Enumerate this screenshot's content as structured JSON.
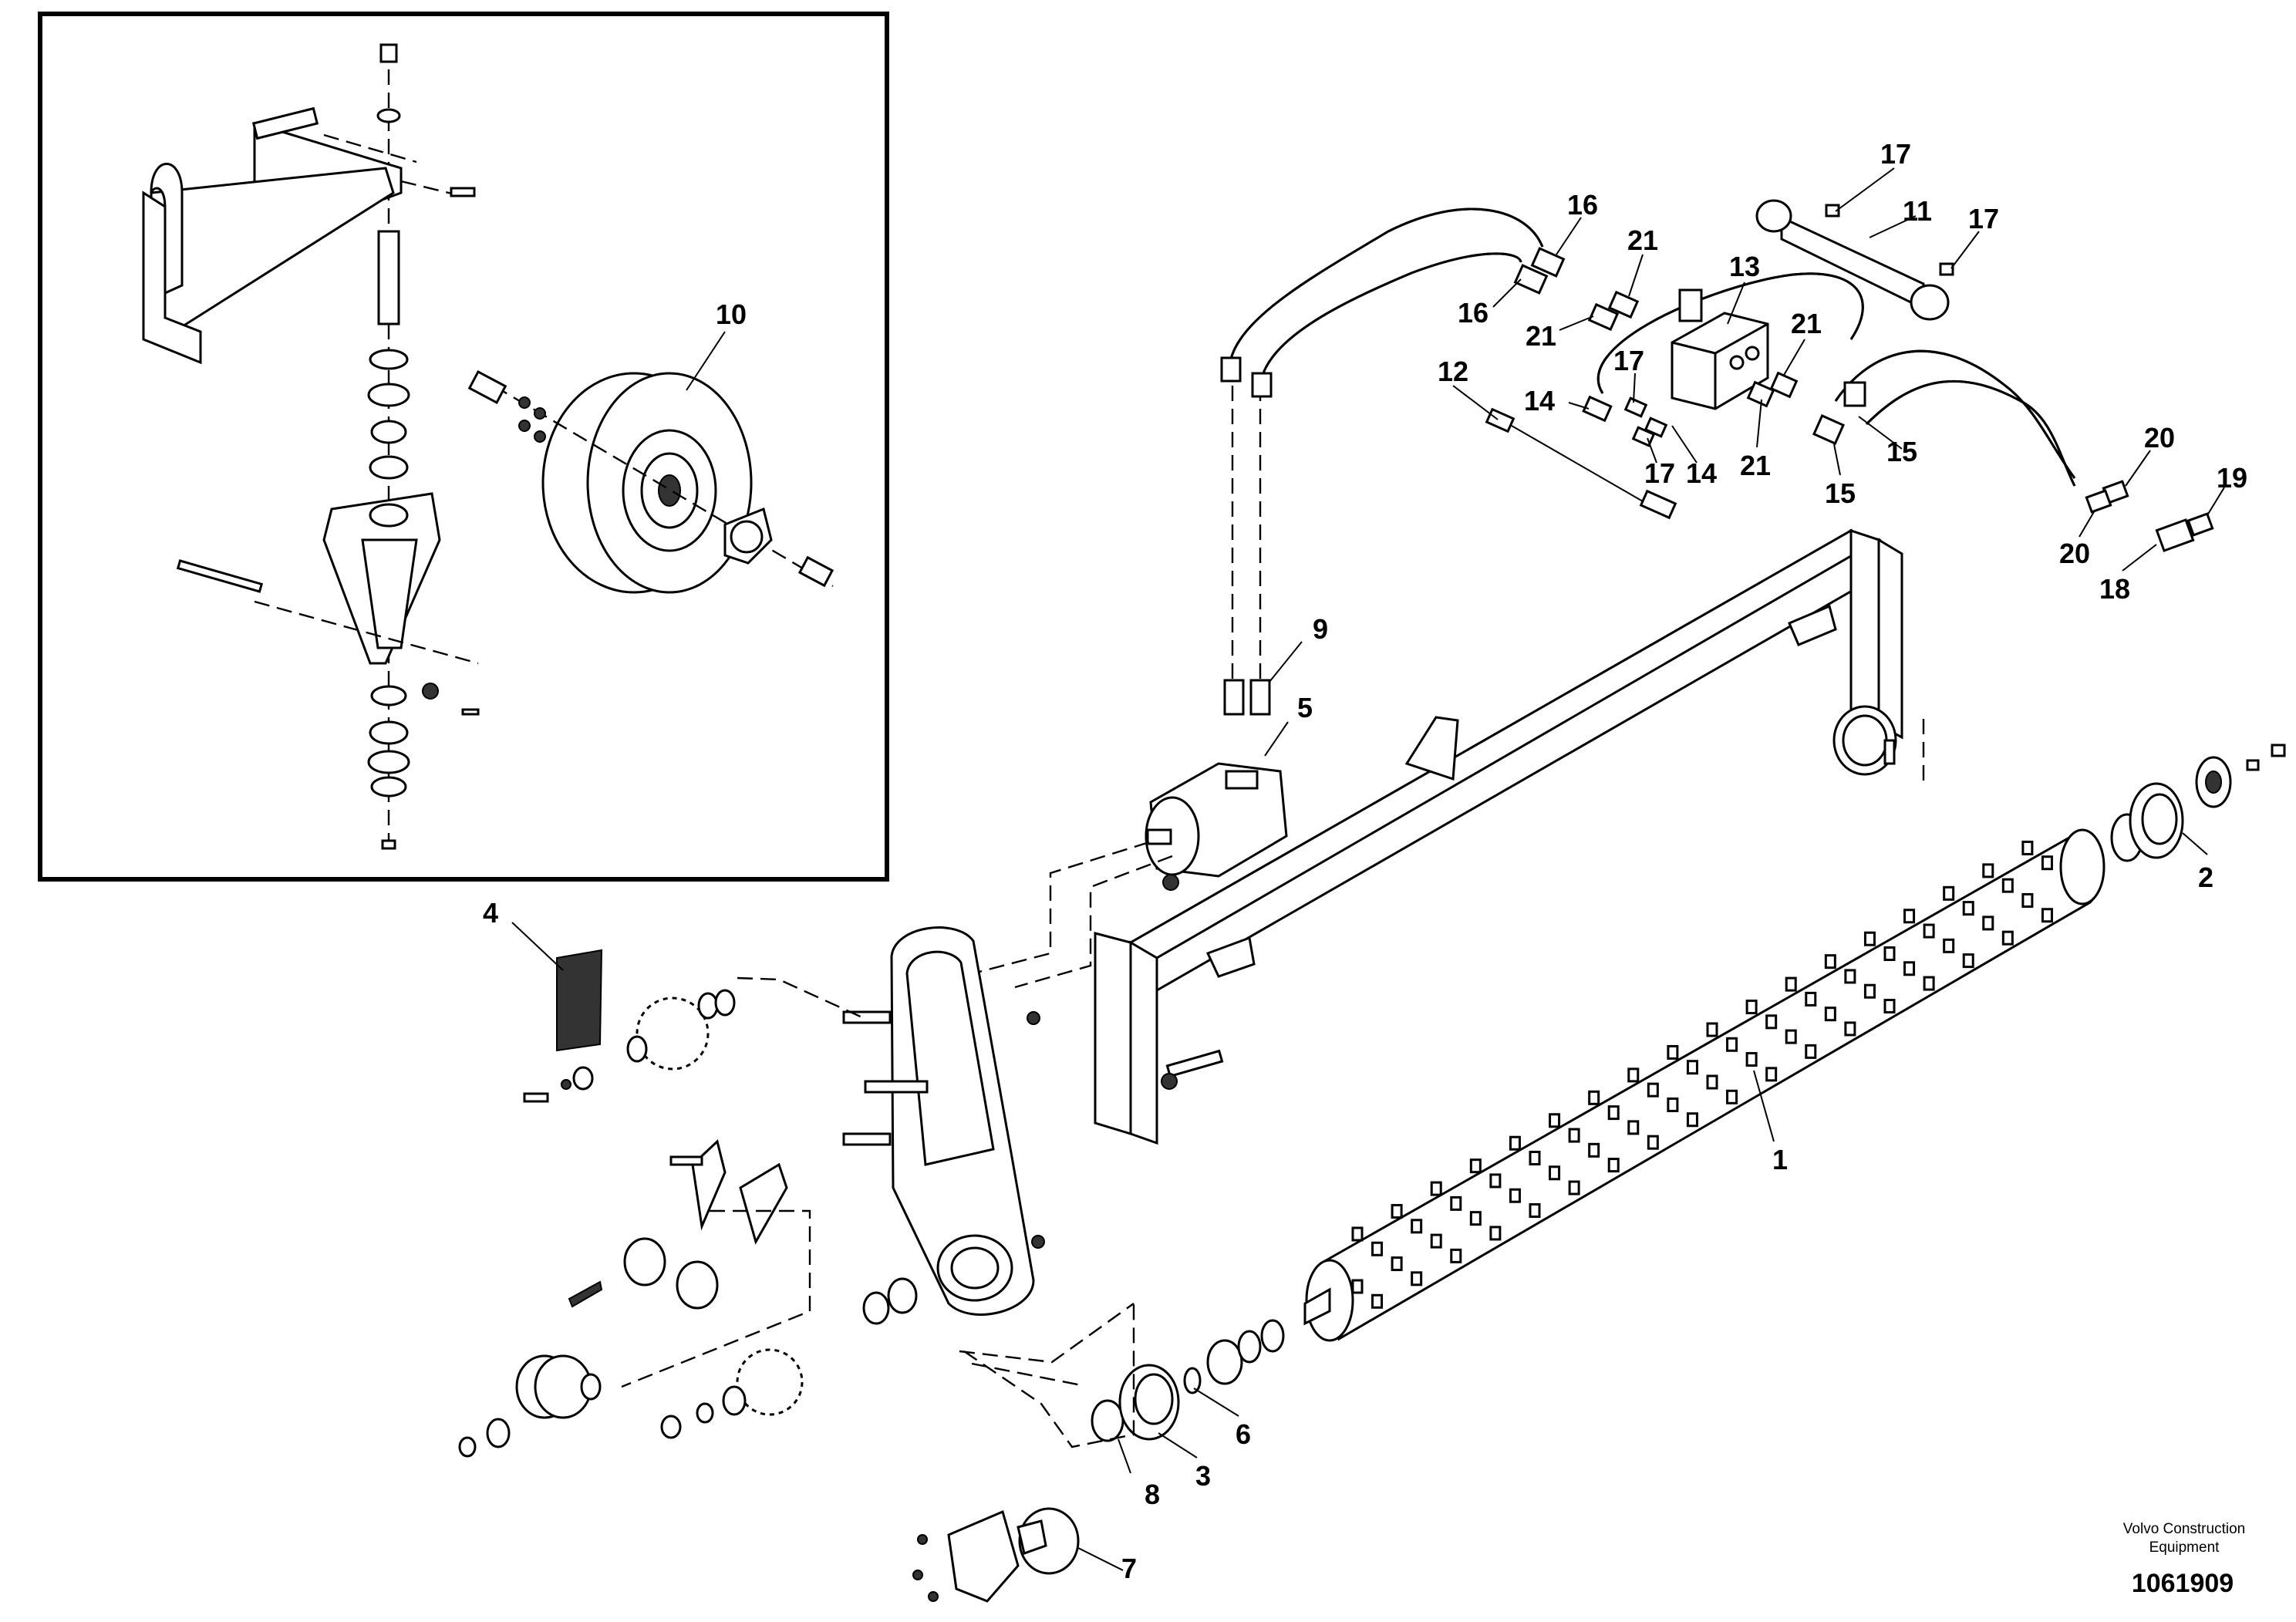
{
  "diagram": {
    "callouts": [
      {
        "id": "c1",
        "label": "1"
      },
      {
        "id": "c2",
        "label": "2"
      },
      {
        "id": "c3",
        "label": "3"
      },
      {
        "id": "c4",
        "label": "4"
      },
      {
        "id": "c5",
        "label": "5"
      },
      {
        "id": "c6",
        "label": "6"
      },
      {
        "id": "c7",
        "label": "7"
      },
      {
        "id": "c8",
        "label": "8"
      },
      {
        "id": "c9",
        "label": "9"
      },
      {
        "id": "c10",
        "label": "10"
      },
      {
        "id": "c11",
        "label": "11"
      },
      {
        "id": "c12",
        "label": "12"
      },
      {
        "id": "c13",
        "label": "13"
      },
      {
        "id": "c14a",
        "label": "14"
      },
      {
        "id": "c14b",
        "label": "14"
      },
      {
        "id": "c15a",
        "label": "15"
      },
      {
        "id": "c15b",
        "label": "15"
      },
      {
        "id": "c16a",
        "label": "16"
      },
      {
        "id": "c16b",
        "label": "16"
      },
      {
        "id": "c17a",
        "label": "17"
      },
      {
        "id": "c17b",
        "label": "17"
      },
      {
        "id": "c17c",
        "label": "17"
      },
      {
        "id": "c17d",
        "label": "17"
      },
      {
        "id": "c18",
        "label": "18"
      },
      {
        "id": "c19",
        "label": "19"
      },
      {
        "id": "c20a",
        "label": "20"
      },
      {
        "id": "c20b",
        "label": "20"
      },
      {
        "id": "c21a",
        "label": "21"
      },
      {
        "id": "c21b",
        "label": "21"
      },
      {
        "id": "c21c",
        "label": "21"
      },
      {
        "id": "c21d",
        "label": "21"
      }
    ]
  },
  "footer": {
    "brand_line1": "Volvo Construction",
    "brand_line2": "Equipment",
    "drawing_number": "1061909"
  }
}
